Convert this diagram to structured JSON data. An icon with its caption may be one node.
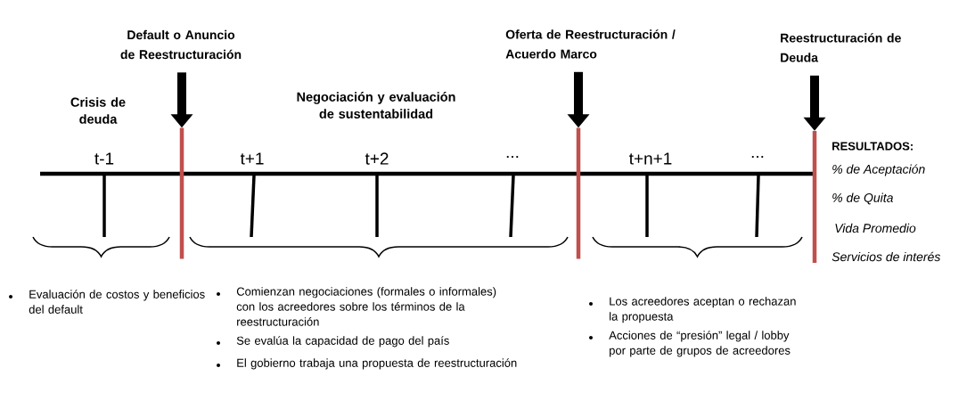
{
  "diagram": {
    "nodes": [
      {
        "text": [
          "Default o Anuncio de Reestructuración"
        ]
      },
      {
        "text": [],
        "shape": "bar"
      },
      {
        "text": [
          "Oferta de Reestructuración / Acuerdo Marco"
        ]
      },
      {
        "text": [],
        "shape": "bar"
      },
      {
        "text": [
          "Reestructuración de Deuda"
        ]
      },
      {
        "text": [],
        "shape": "bar"
      }
    ],
    "edges": [
      {
        "from": 0,
        "to": 1,
        "arrow": "to"
      },
      {
        "from": 2,
        "to": 3,
        "arrow": "to"
      },
      {
        "from": 4,
        "to": 5,
        "arrow": "to"
      }
    ],
    "labels": [
      "Crisis de deuda",
      "Negociación y evaluación de sustentabilidad",
      "t-1",
      "t+1",
      "t+2",
      "...",
      "t+n+1",
      "...",
      "RESULTADOS:",
      "% de Aceptación",
      "% de Quita",
      "Vida Promedio",
      "Servicios de interés",
      "Evaluación de costos y beneficios del default",
      "Comienzan negociaciones (formales o informales) con los acreedores sobre los términos de la reestructuración",
      "Se evalúa la capacidad de pago del país",
      "El gobierno trabaja una propuesta de reestructuración",
      "Los acreedores aceptan o rechazan la propuesta",
      "Acciones de “presión” legal / lobby por parte de grupos de acreedores"
    ]
  }
}
